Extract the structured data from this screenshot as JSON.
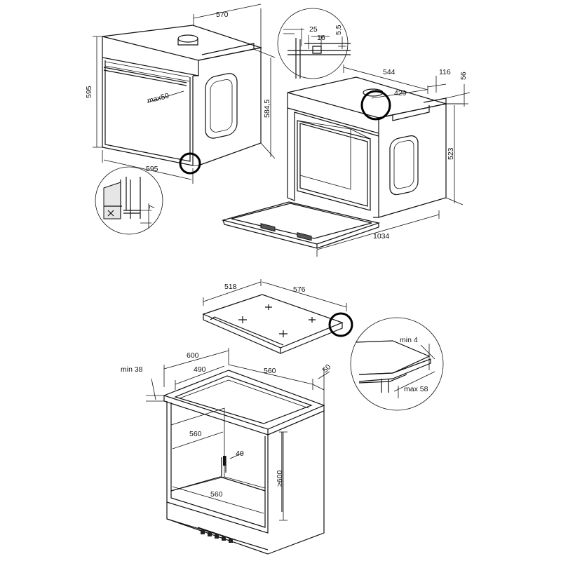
{
  "oven_front": {
    "width": "570",
    "height": "595",
    "max_label": "max50",
    "bottom_width": "595",
    "depth": "584,5"
  },
  "detail_top": {
    "d1": "25",
    "d2": "16",
    "d3": "5,5"
  },
  "oven_open": {
    "d544": "544",
    "d116": "116",
    "d56": "56",
    "d429": "429",
    "d523": "523",
    "d1034": "1034"
  },
  "detail_bottom": {
    "d7": "7"
  },
  "hob": {
    "d518": "518",
    "d576": "576"
  },
  "hob_detail": {
    "min4": "min 4",
    "max58": "max 58"
  },
  "cabinet": {
    "min38": "min 38",
    "d600": "600",
    "d490": "490",
    "d560top": "560",
    "d50": "50",
    "d560mid": "560",
    "d40": "40",
    "d560bot": "560",
    "dge600": "≥600"
  },
  "icons": [
    "highlight-circle",
    "detail-callout"
  ]
}
